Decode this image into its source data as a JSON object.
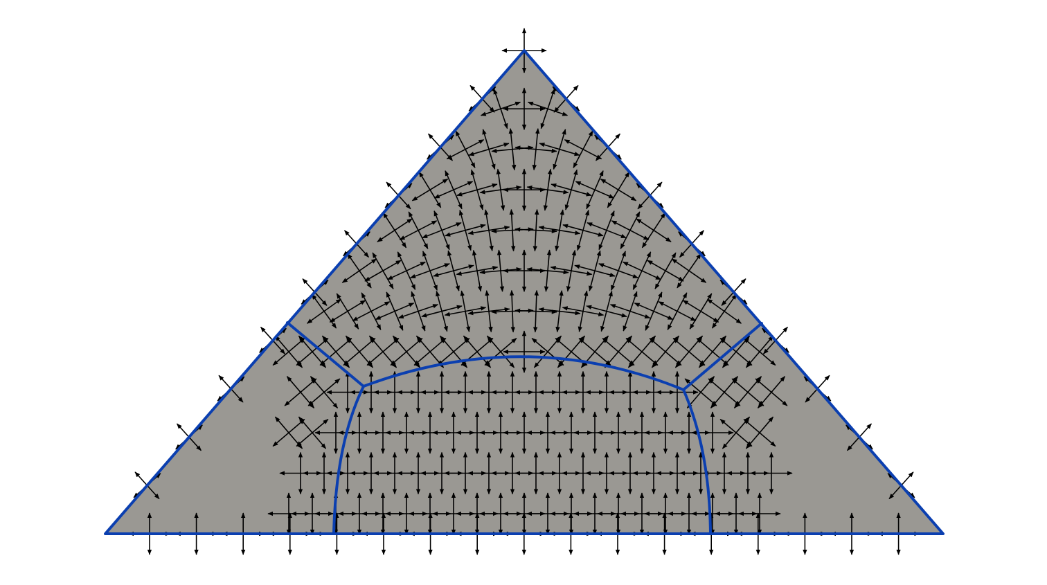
{
  "figure": {
    "background": "#ffffff",
    "fill_color": "#9a9893",
    "boundary_color": "#0b3fb0",
    "arrow_color": "#000000",
    "description_shown": ""
  },
  "diagram": {
    "shape": "triangle",
    "regions": [
      "top-region",
      "left-region",
      "right-region",
      "center-arch-region"
    ],
    "field": "cross-frame-field",
    "arrow_style": "double-headed"
  }
}
